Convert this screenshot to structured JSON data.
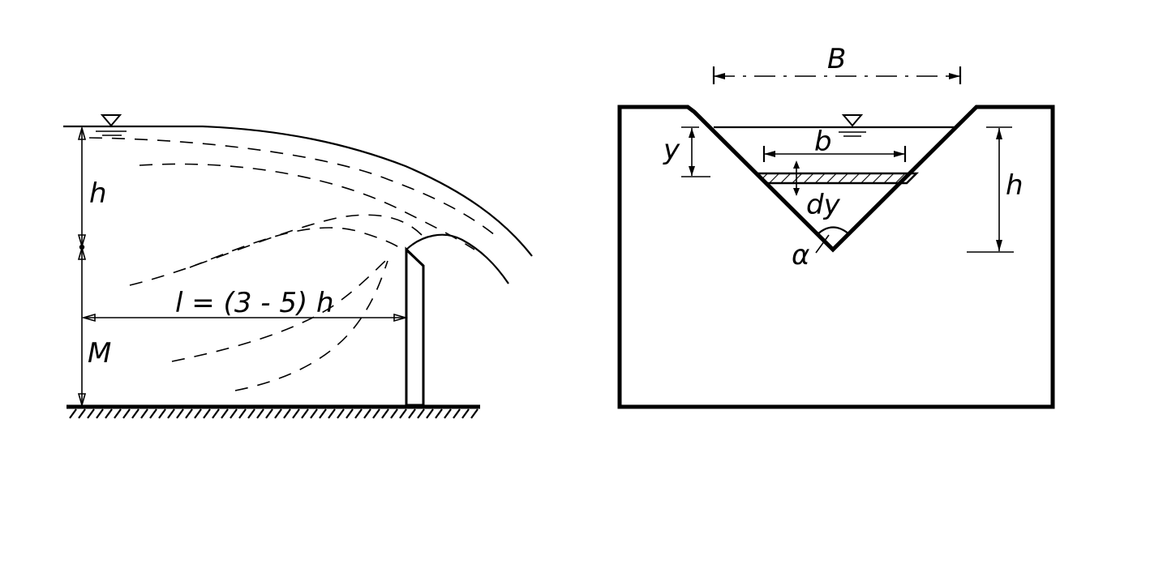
{
  "weir_left": {
    "labels": {
      "head": "h",
      "crest_height": "M",
      "distance": "l = (3 - 5) h"
    }
  },
  "weir_right": {
    "labels": {
      "top_width": "B",
      "strip_width": "b",
      "depth_to_strip": "y",
      "strip_thickness": "dy",
      "head": "h",
      "notch_angle": "α"
    }
  },
  "colors": {
    "ink": "#000000",
    "background": "#ffffff"
  }
}
